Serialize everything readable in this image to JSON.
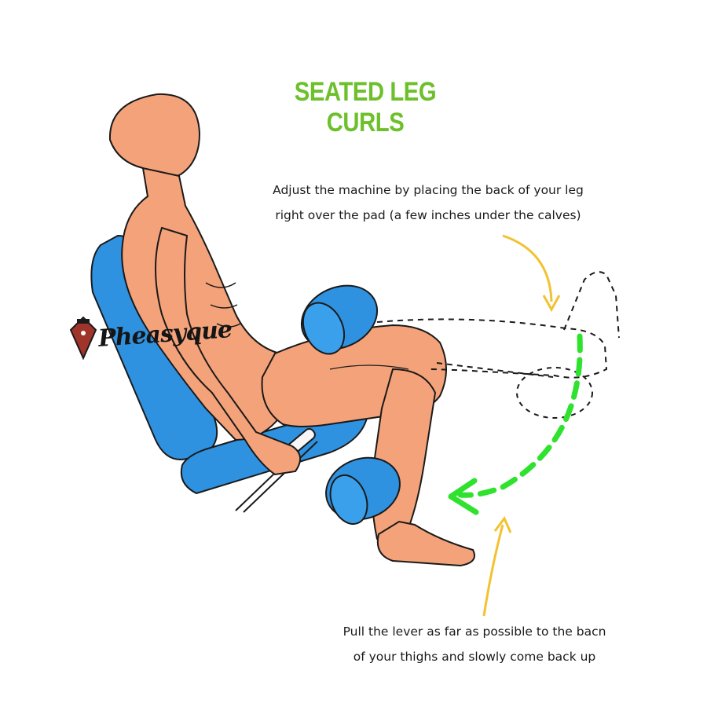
{
  "title": "SEATED LEG CURLS",
  "brand": "Pheasyque",
  "instructions": {
    "adjust_line1": "Adjust the machine by placing the back of your leg",
    "adjust_line2": "right over the pad (a few inches under the calves)",
    "pull_line1": "Pull the lever as far as possible to the bacn",
    "pull_line2": "of your thighs and slowly come back up"
  },
  "colors": {
    "title": "#6cc02a",
    "skin": "#f4a27a",
    "pad": "#2f92e0",
    "arrow_pointer": "#f2c230",
    "motion_arrow": "#2ee22e",
    "outline": "#1a1a1a"
  }
}
